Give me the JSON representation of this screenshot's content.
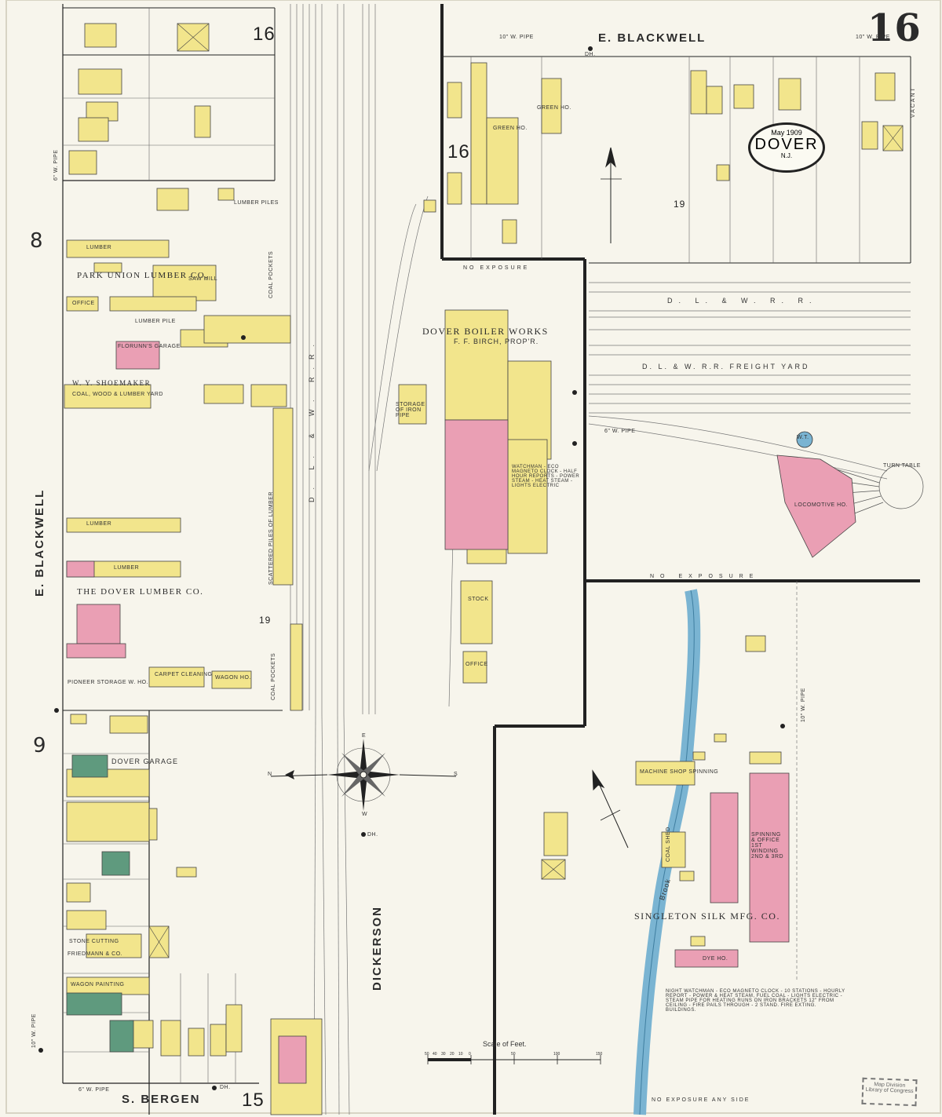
{
  "sheet": {
    "number": "16",
    "city": "DOVER",
    "state": "N.J.",
    "date": "May 1909"
  },
  "streets": {
    "north": "E. BLACKWELL",
    "west": "E. BLACKWELL",
    "south": "S. BERGEN",
    "center": "DICKERSON"
  },
  "railroads": {
    "main": "D. L. & W. R. R.",
    "west_track": "D. L. & W. R.R.",
    "freight": "D. L. & W. R.R. FREIGHT YARD"
  },
  "blocks": {
    "top_left": "16",
    "top_center": "16",
    "top_right": "19",
    "mid_left": "19",
    "bottom": "15",
    "adjoining_8": "8",
    "adjoining_9": "9"
  },
  "firms": {
    "park_union": "PARK UNION LUMBER CO.",
    "dover_lumber": "THE DOVER LUMBER CO.",
    "boiler_works": "DOVER BOILER WORKS",
    "boiler_owner": "F. F. BIRCH, PROP'R.",
    "shoemaker": "W. Y. SHOEMAKER",
    "shoemaker_sub": "COAL, WOOD & LUMBER YARD",
    "garage": "DOVER GARAGE",
    "silk": "SINGLETON SILK MFG. CO.",
    "florunn": "FLORUNN'S GARAGE",
    "pioneer": "PIONEER STORAGE W. HO.",
    "friedmann": "FRIEDMANN & CO.",
    "locomotive": "LOCOMOTIVE HO.",
    "turntable": "TURN TABLE",
    "water_tank": "W.T."
  },
  "building_labels": {
    "lumber": "LUMBER",
    "office": "OFFICE",
    "saw_mill": "SAW MILL",
    "lumber_piles": "LUMBER PILES",
    "lumber_pile": "LUMBER PILE",
    "green_ho": "GREEN HO.",
    "stock": "STOCK",
    "storage": "STORAGE OF IRON PIPE",
    "machine_shop": "MACHINE SHOP SPINNING",
    "dye_ho": "DYE HO.",
    "coal_shed": "COAL SHED",
    "spinning": "SPINNING & OFFICE 1ST WINDING 2ND & 3RD",
    "scattered": "SCATTERED PILES OF LUMBER",
    "coal_pockets": "COAL POCKETS",
    "coal_pockets_2": "COAL POCKETS",
    "brook": "Brook",
    "carpet": "CARPET CLEANING",
    "wagon": "WAGON HO.",
    "wagon_painting": "WAGON PAINTING",
    "stone": "STONE CUTTING",
    "office_2": "OFFICE"
  },
  "notes": {
    "no_exposure_1": "NO EXPOSURE",
    "no_exposure_2": "NO EXPOSURE",
    "no_exposure_any": "NO EXPOSURE ANY SIDE",
    "watchman": "WATCHMAN - ECO MAGNETO CLOCK - HALF HOUR REPORTS - POWER STEAM - HEAT STEAM - LIGHTS ELECTRIC",
    "silk_watchman": "NIGHT WATCHMAN - ECO MAGNETO CLOCK - 10 STATIONS - HOURLY REPORT - POWER & HEAT STEAM, FUEL COAL - LIGHTS ELECTRIC - STEAM PIPE FOR HEATING RUNS ON IRON BRACKETS 12\" FROM CEILING - FIRE PAILS THROUGH - 2 STAND. FIRE EXTING. BUILDINGS.",
    "vacant": "VACANT",
    "pipe_ne": "10\" W. PIPE",
    "pipe_n": "10\" W. PIPE",
    "pipe_w": "6\" W. PIPE",
    "pipe_bergen": "6\" W. PIPE",
    "pipe_sw": "10\" W. PIPE",
    "pipe_east": "10\" W. PIPE",
    "pipe_yard": "6\" W. PIPE",
    "dh": "DH."
  },
  "scale": {
    "label": "Scale of Feet.",
    "ticks": [
      "50",
      "40",
      "30",
      "20",
      "10",
      "0",
      "50",
      "100",
      "150"
    ]
  },
  "stamp": {
    "line1": "Map Division",
    "line2": "Library of Congress"
  },
  "compass": {
    "n": "N",
    "s": "S",
    "e": "E",
    "w": "W"
  },
  "colors": {
    "paper": "#f7f5ec",
    "brick": "#ea9fb4",
    "frame": "#f2e58c",
    "stone": "#5f9a7e",
    "water": "#7ab4d2",
    "ink": "#2a2a2a",
    "line": "#555555"
  }
}
